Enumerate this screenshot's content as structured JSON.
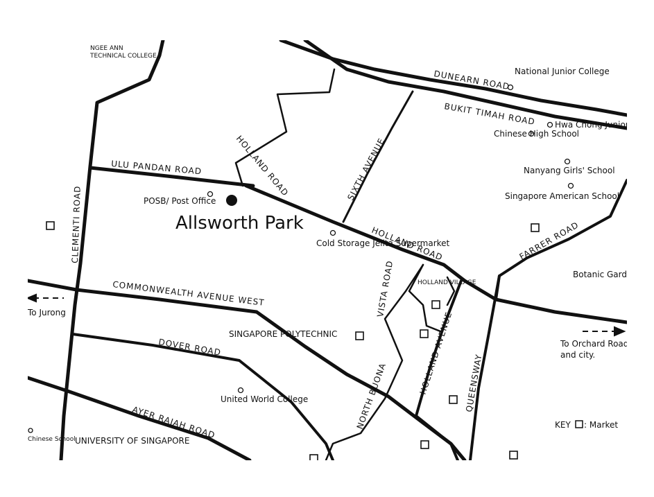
{
  "map": {
    "title": "Allsworth Park",
    "corner_label_lines": [
      "NGEE ANN",
      "TECHNICAL COLLEGE"
    ],
    "roads": {
      "dunearn": "DUNEARN ROAD",
      "bukit_timah": "BUKIT TIMAH ROAD",
      "ulu_pandan": "ULU PANDAN ROAD",
      "holland_upper": "HOLLAND ROAD",
      "sixth_avenue": "SIXTH AVENUE",
      "holland_mid": "HOLLAND ROAD",
      "farrer": "FARRER ROAD",
      "clementi": "CLEMENTI ROAD",
      "commonwealth": "COMMONWEALTH AVENUE WEST",
      "dover": "DOVER ROAD",
      "ayer_rajah": "AYER RAJAH ROAD",
      "holland_avenue": "HOLLAND AVENUE",
      "queensway": "QUEENSWAY",
      "vista": "VISTA ROAD",
      "north_buona": "NORTH BUONA"
    },
    "places": {
      "national_jc": "National Junior College",
      "chinese_high": "Chinese High School",
      "hwa_chong": "Hwa Chong Junior College",
      "nanyang_girls": "Nanyang Girls' School",
      "singapore_american": "Singapore American School",
      "posb": "POSB/ Post Office",
      "cold_storage": "Cold Storage Jelita Supermarket",
      "botanic": "Botanic Gardens",
      "holland_village": "HOLLAND VILLAGE",
      "singapore_poly": "SINGAPORE POLYTECHNIC",
      "uwc": "United World College",
      "nus": "UNIVERSITY OF SINGAPORE",
      "chinese_school": "Chinese School"
    },
    "directions": {
      "to_jurong": "To Jurong",
      "to_orchard_1": "To Orchard Road",
      "to_orchard_2": "and city."
    },
    "key": "KEY",
    "key_item": ": Market",
    "marker_symbol": "square",
    "colors": {
      "ink": "#111111",
      "background": "#ffffff"
    }
  }
}
